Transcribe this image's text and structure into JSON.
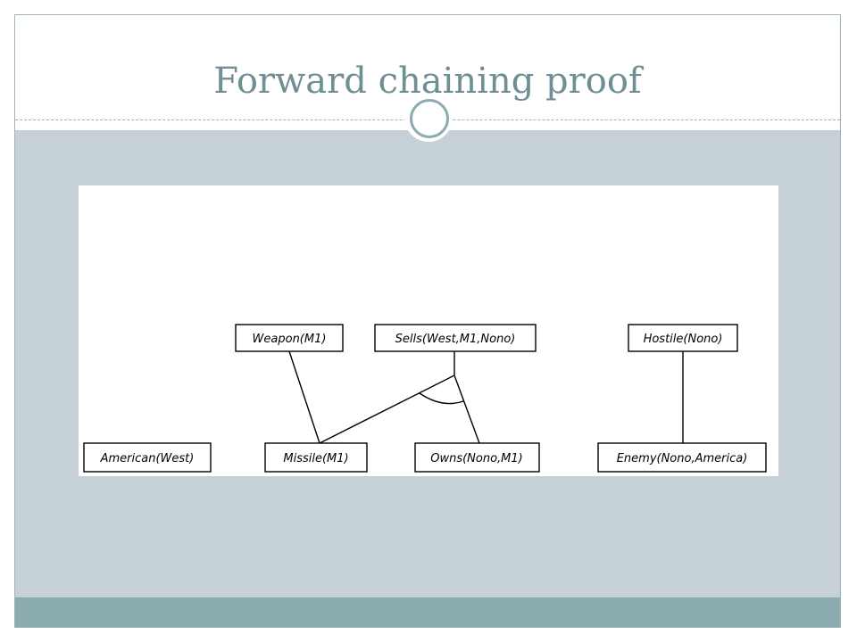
{
  "slide": {
    "title": "Forward chaining proof"
  },
  "diagram": {
    "nodes": {
      "weapon": "Weapon(M1)",
      "sells": "Sells(West,M1,Nono)",
      "hostile": "Hostile(Nono)",
      "american": "American(West)",
      "missile": "Missile(M1)",
      "owns": "Owns(Nono,M1)",
      "enemy": "Enemy(Nono,America)"
    },
    "edges": [
      {
        "from": "missile",
        "to": "weapon"
      },
      {
        "from": "missile",
        "to": "sells",
        "joined": true
      },
      {
        "from": "owns",
        "to": "sells",
        "joined": true
      },
      {
        "from": "enemy",
        "to": "hostile"
      }
    ]
  }
}
